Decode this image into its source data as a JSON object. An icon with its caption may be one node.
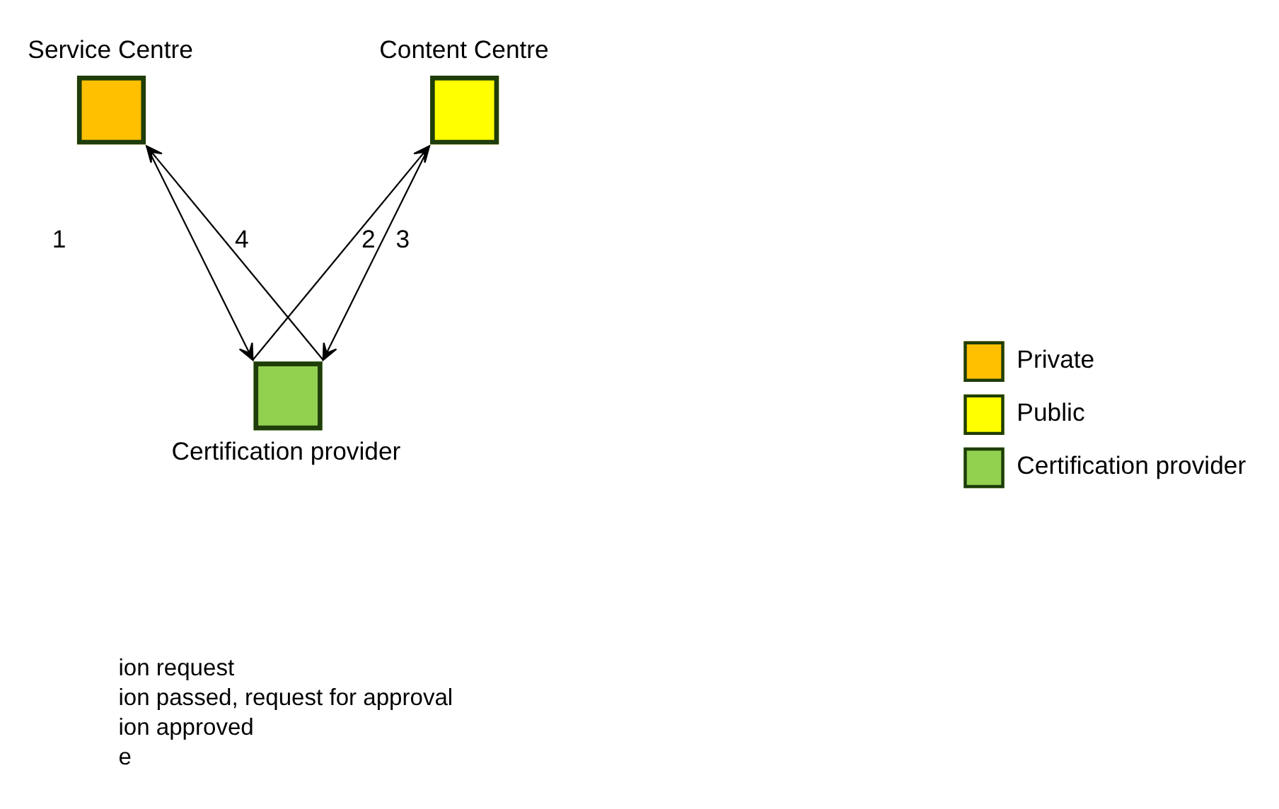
{
  "diagram": {
    "nodes": [
      {
        "text": [
          "Service Centre"
        ]
      },
      {
        "text": [
          "Content Centre"
        ]
      },
      {
        "text": [
          "Certification provider"
        ]
      }
    ],
    "edges": [
      {
        "from": 0,
        "to": 2,
        "arrow": "to",
        "label": "1"
      },
      {
        "from": 2,
        "to": 1,
        "arrow": "to",
        "label": "2"
      },
      {
        "from": 1,
        "to": 2,
        "arrow": "to",
        "label": "3"
      },
      {
        "from": 2,
        "to": 0,
        "arrow": "to",
        "label": "4"
      }
    ],
    "labels": [
      "ion request",
      "ion passed, request for approval",
      "ion approved",
      "e"
    ],
    "legend": [
      {
        "text": "Private",
        "color": "#ffc000"
      },
      {
        "text": "Public",
        "color": "#ffff00"
      },
      {
        "text": "Certification provider",
        "color": "#92d050"
      }
    ]
  }
}
